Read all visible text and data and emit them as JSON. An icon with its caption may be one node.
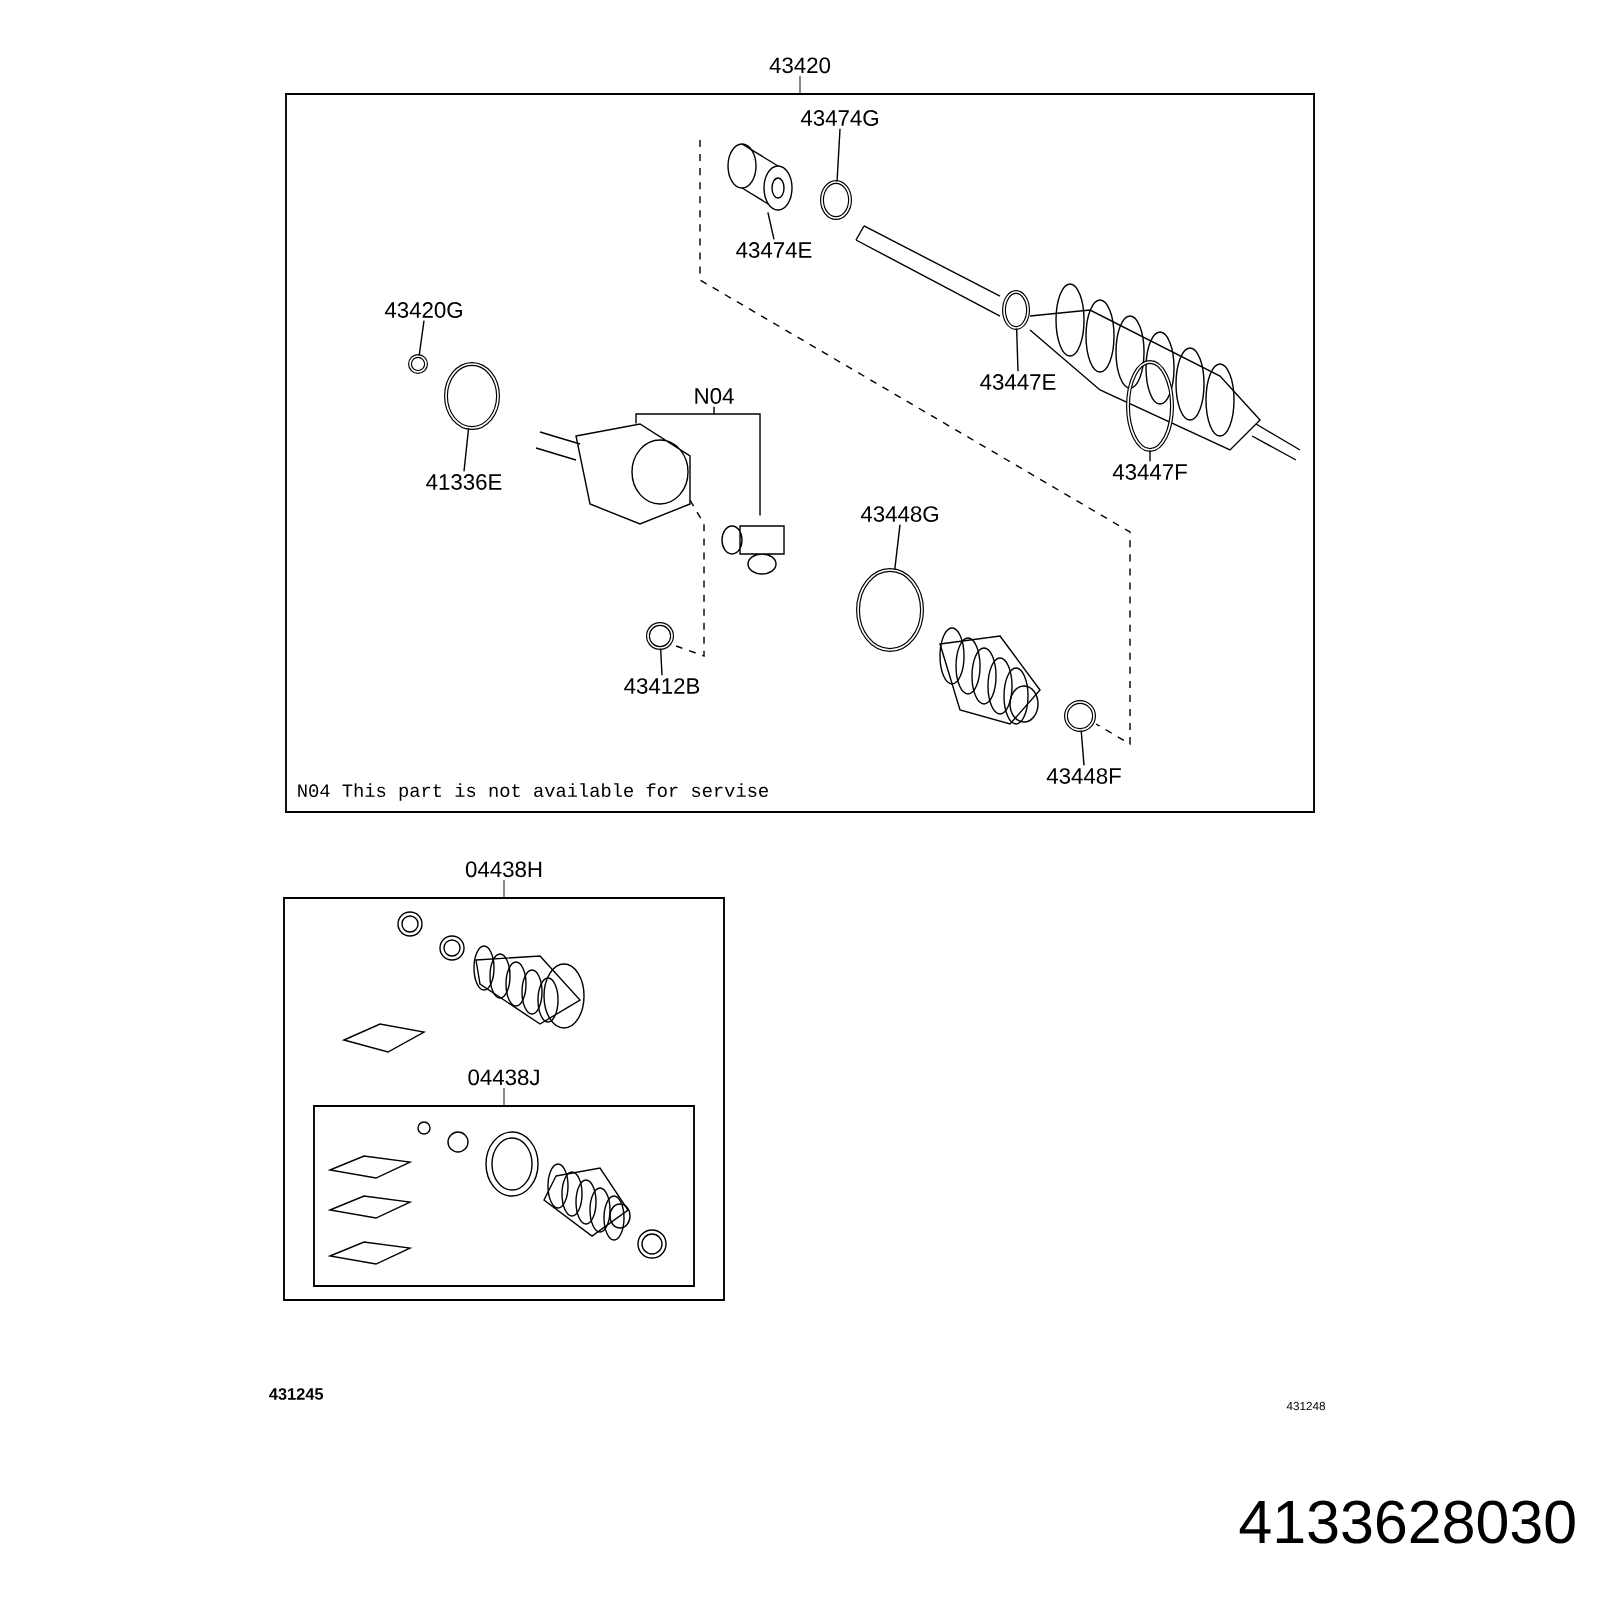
{
  "diagram": {
    "nodes": [
      {
        "text": [
          "43420"
        ]
      },
      {
        "text": [
          "43474G"
        ],
        "in": 0
      },
      {
        "text": [
          "43474E"
        ],
        "in": 0
      },
      {
        "text": [
          "43420G"
        ],
        "in": 0
      },
      {
        "text": [
          "41336E"
        ],
        "in": 0
      },
      {
        "text": [
          "N04"
        ],
        "in": 0
      },
      {
        "text": [
          "43447E"
        ],
        "in": 0
      },
      {
        "text": [
          "43447F"
        ],
        "in": 0
      },
      {
        "text": [
          "43448G"
        ],
        "in": 0
      },
      {
        "text": [
          "43412B"
        ],
        "in": 0
      },
      {
        "text": [
          "43448F"
        ],
        "in": 0
      },
      {
        "text": [
          "04438H"
        ]
      },
      {
        "text": [
          "04438J"
        ],
        "in": 11
      },
      {
        "text": [],
        "shape": "ring",
        "in": 0
      },
      {
        "text": [],
        "shape": "cylinder",
        "in": 0
      },
      {
        "text": [],
        "shape": "ring",
        "in": 0
      },
      {
        "text": [],
        "shape": "ring",
        "in": 0
      },
      {
        "text": [],
        "shape": "picture",
        "in": 0
      },
      {
        "text": [],
        "shape": "picture",
        "in": 0
      },
      {
        "text": [],
        "shape": "ring",
        "in": 0
      },
      {
        "text": [],
        "shape": "ring",
        "in": 0
      },
      {
        "text": [],
        "shape": "ring",
        "in": 0
      },
      {
        "text": [],
        "shape": "ring",
        "in": 0
      },
      {
        "text": [],
        "shape": "ring",
        "in": 0
      }
    ],
    "edges": [
      {
        "from": 1,
        "to": 13,
        "arrow": "none"
      },
      {
        "from": 2,
        "to": 14,
        "arrow": "none"
      },
      {
        "from": 3,
        "to": 15,
        "arrow": "none"
      },
      {
        "from": 4,
        "to": 16,
        "arrow": "none"
      },
      {
        "from": 5,
        "to": 17,
        "arrow": "none"
      },
      {
        "from": 5,
        "to": 18,
        "arrow": "none"
      },
      {
        "from": 6,
        "to": 19,
        "arrow": "none"
      },
      {
        "from": 7,
        "to": 20,
        "arrow": "none"
      },
      {
        "from": 8,
        "to": 21,
        "arrow": "none"
      },
      {
        "from": 9,
        "to": 22,
        "arrow": "none"
      },
      {
        "from": 10,
        "to": 23,
        "arrow": "none"
      }
    ],
    "labels": [
      "N04 This part is not available for servise",
      "431245",
      "431248",
      "4133628030"
    ]
  }
}
